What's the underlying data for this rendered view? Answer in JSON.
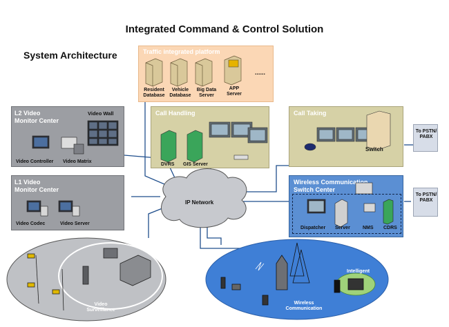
{
  "title": "Integrated Command & Control Solution",
  "subtitle": "System Architecture",
  "traffic": {
    "title": "Traffic integrated platform",
    "items": [
      "Resident Database",
      "Vehicle Database",
      "Big Data Server",
      "APP Server"
    ],
    "ellipsis": "......"
  },
  "call_handling": {
    "title": "Call Handling",
    "dvrs": "DVRS",
    "gis": "GIS Server"
  },
  "call_taking": {
    "title": "Call Taking",
    "switch": "Switch"
  },
  "to_pstn_1": "To PSTN/ PABX",
  "to_pstn_2": "To PSTN/ PABX",
  "l2": {
    "title": "L2 Video Monitor Center",
    "video_wall": "Video Wall",
    "video_controller": "Video Controller",
    "video_matrix": "Video Matrix"
  },
  "l1": {
    "title": "L1 Video Monitor Center",
    "video_codec": "Video Codec",
    "video_server": "Video Server"
  },
  "ip_network": "IP Network",
  "wireless_center": {
    "title": "Wireless Communication Switch Center",
    "dispatcher": "Dispatcher",
    "server": "Server",
    "nms": "NMS",
    "cdrs": "CDRS"
  },
  "surveillance": "Video Surveillance",
  "wireless_comm": "Wireless Communication",
  "intelligent": "Intelligent",
  "colors": {
    "traffic": "#fbd7b5",
    "olive": "#d6d1a6",
    "gray": "#9c9ea3",
    "blue": "#5b8fd3",
    "ellipse_blue": "#3f7fd6",
    "pstn": "#d7dde8"
  }
}
